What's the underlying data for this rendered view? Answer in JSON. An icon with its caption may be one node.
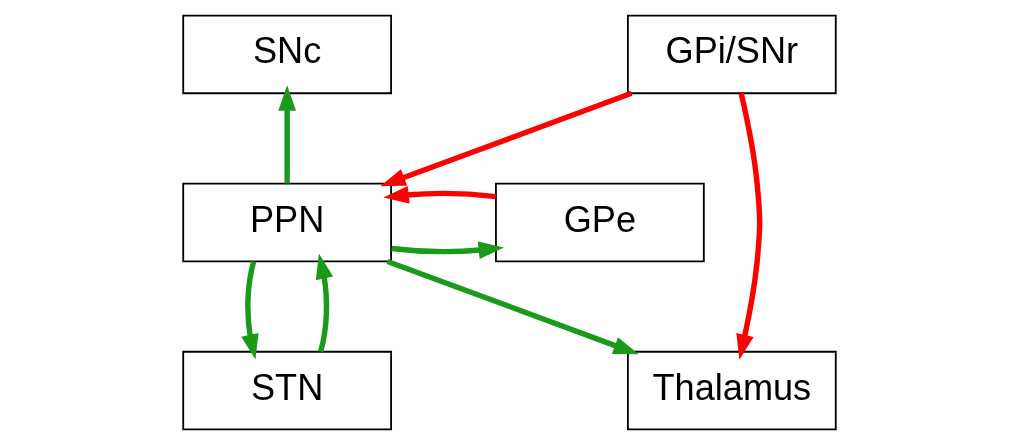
{
  "diagram": {
    "nodes": [
      {
        "text": [
          "SNc"
        ]
      },
      {
        "text": [
          "GPi/SNr"
        ]
      },
      {
        "text": [
          "GPe"
        ]
      },
      {
        "text": [
          "PPN"
        ]
      },
      {
        "text": [
          "Thalamus"
        ]
      },
      {
        "text": [
          "STN"
        ]
      }
    ],
    "edges": [
      {
        "from": 3,
        "to": 0,
        "arrow": "to"
      },
      {
        "from": 1,
        "to": 3,
        "arrow": "to",
        "color": "#ff0000"
      },
      {
        "from": 1,
        "to": 4,
        "arrow": "to",
        "color": "#ff0000"
      },
      {
        "from": 3,
        "to": 2,
        "arrow": "to"
      },
      {
        "from": 2,
        "to": 3,
        "arrow": "to",
        "color": "#ff0000"
      },
      {
        "from": 3,
        "to": 4,
        "arrow": "to"
      },
      {
        "from": 3,
        "to": 5,
        "arrow": "to"
      },
      {
        "from": 5,
        "to": 3,
        "arrow": "to"
      }
    ]
  }
}
